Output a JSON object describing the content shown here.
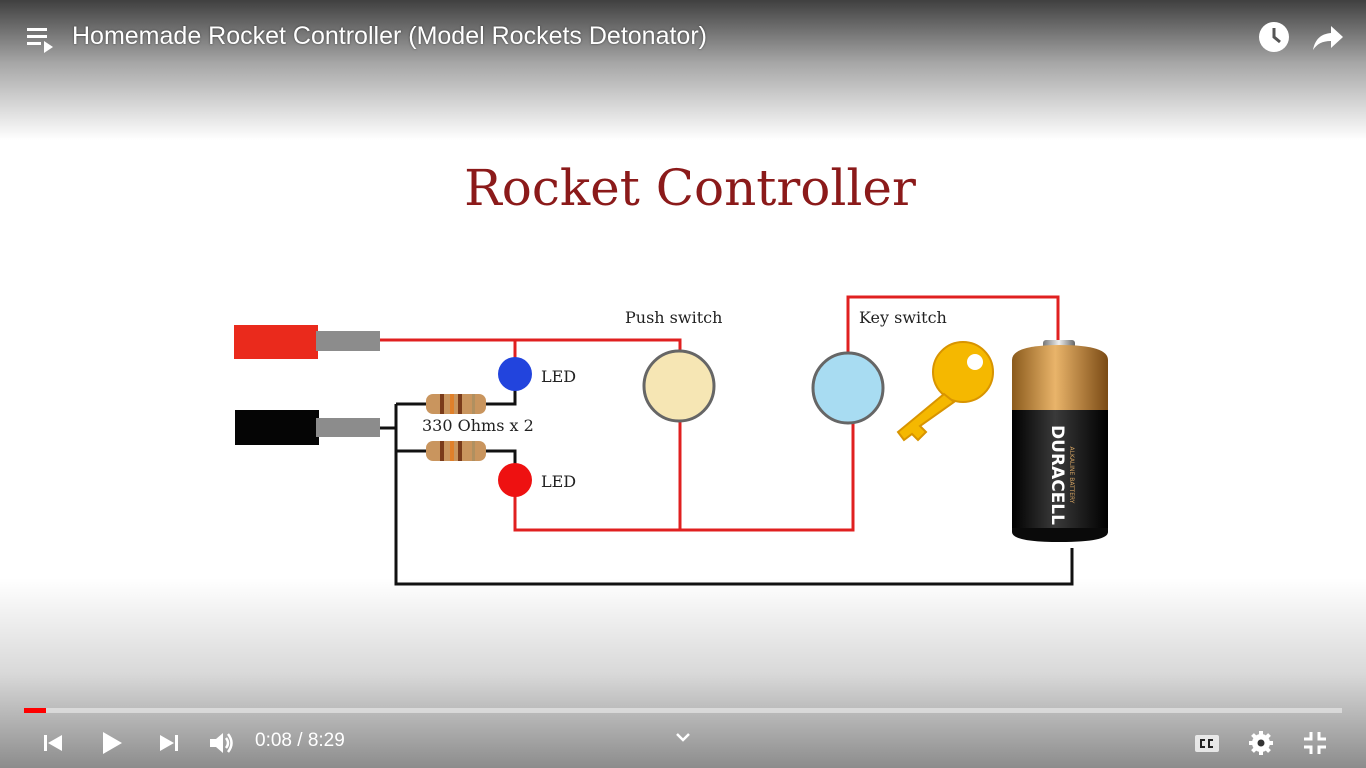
{
  "player": {
    "title": "Homemade Rocket Controller (Model Rockets Detonator)",
    "time": {
      "current": "0:08",
      "separator": " / ",
      "duration": "8:29"
    },
    "progress_fraction": 0.017,
    "colors": {
      "progress_played": "#ff0000",
      "icons": "#ffffff"
    }
  },
  "slide": {
    "heading": "Rocket Controller",
    "labels": {
      "push_switch": "Push switch",
      "key_switch": "Key switch",
      "led_top": "LED",
      "led_bottom": "LED",
      "resistors": "330 Ohms x 2",
      "battery_brand": "DURACELL",
      "battery_sub": "ALKALINE BATTERY"
    },
    "colors": {
      "heading": "#8b1a1a",
      "wire_red": "#e02020",
      "wire_black": "#111111",
      "led_blue": "#2244dd",
      "led_red": "#ee1111",
      "push_switch": "#f6e6b4",
      "key_switch": "#a8dcf2",
      "key": "#f5b800"
    }
  },
  "icons": {
    "playlist": "playlist-icon",
    "watch_later": "clock-icon",
    "share": "share-icon",
    "previous": "skip-previous-icon",
    "play": "play-icon",
    "next": "skip-next-icon",
    "volume": "volume-icon",
    "chevron": "chevron-down-icon",
    "captions": "cc-icon",
    "settings": "gear-icon",
    "exit_fullscreen": "exit-fullscreen-icon"
  }
}
